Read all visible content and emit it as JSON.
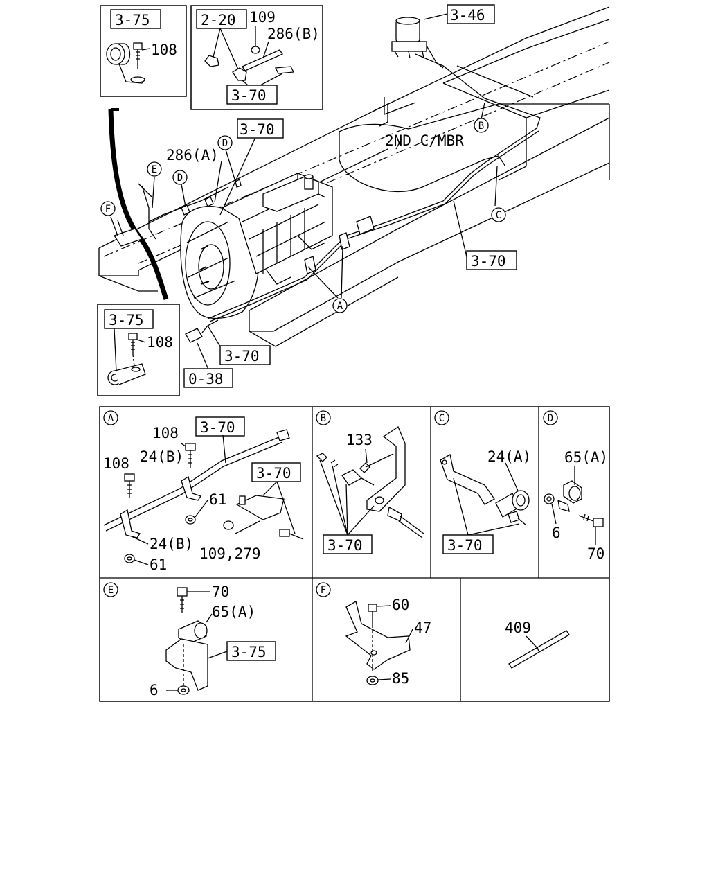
{
  "refs": {
    "r375_top": "3-75",
    "r220": "2-20",
    "r370_inset": "3-70",
    "r346": "3-46",
    "r370_mid": "3-70",
    "r370_right": "3-70",
    "r375_bottom": "3-75",
    "r370_bottom": "3-70",
    "r038": "0-38",
    "r370_A1": "3-70",
    "r370_A2": "3-70",
    "r370_B": "3-70",
    "r370_C": "3-70",
    "r375_E": "3-75"
  },
  "parts": {
    "p108_top": "108",
    "p109": "109",
    "p286b": "286(B)",
    "p286a": "286(A)",
    "p108_bottom": "108",
    "member": "2ND C/MBR",
    "A_108a": "108",
    "A_24b_top": "24(B)",
    "A_108b": "108",
    "A_61a": "61",
    "A_24b_bot": "24(B)",
    "A_61b": "61",
    "A_109_279": "109,279",
    "B_133": "133",
    "C_24a": "24(A)",
    "D_65a": "65(A)",
    "D_6": "6",
    "D_70": "70",
    "E_70": "70",
    "E_65a": "65(A)",
    "E_6": "6",
    "F_60": "60",
    "F_47": "47",
    "F_85": "85",
    "G_409": "409"
  },
  "callouts": {
    "A": "A",
    "B": "B",
    "C": "C",
    "D": "D",
    "E": "E",
    "F": "F"
  },
  "panels": {
    "A": "A",
    "B": "B",
    "C": "C",
    "D": "D",
    "E": "E",
    "F": "F"
  }
}
